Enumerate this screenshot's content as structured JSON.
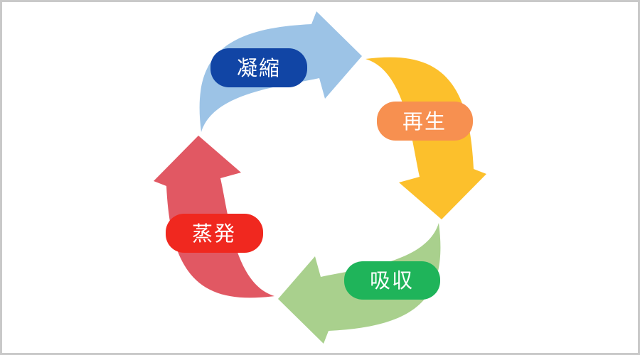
{
  "canvas": {
    "background": "#ffffff",
    "border_color": "#c9c9c9"
  },
  "cycle": {
    "type": "circular-process",
    "direction": "clockwise",
    "label_text_color": "#ffffff",
    "steps": [
      {
        "id": "condensation",
        "label": "凝縮",
        "position": "top-left",
        "pill_color": "#1145a5",
        "arrow_color": "#9cc3e6"
      },
      {
        "id": "regeneration",
        "label": "再生",
        "position": "right",
        "pill_color": "#f79050",
        "arrow_color": "#fcc02c"
      },
      {
        "id": "absorption",
        "label": "吸収",
        "position": "bottom-right",
        "pill_color": "#1fb45a",
        "arrow_color": "#a9d08d"
      },
      {
        "id": "evaporation",
        "label": "蒸発",
        "position": "left",
        "pill_color": "#f0281f",
        "arrow_color": "#e15863"
      }
    ]
  }
}
